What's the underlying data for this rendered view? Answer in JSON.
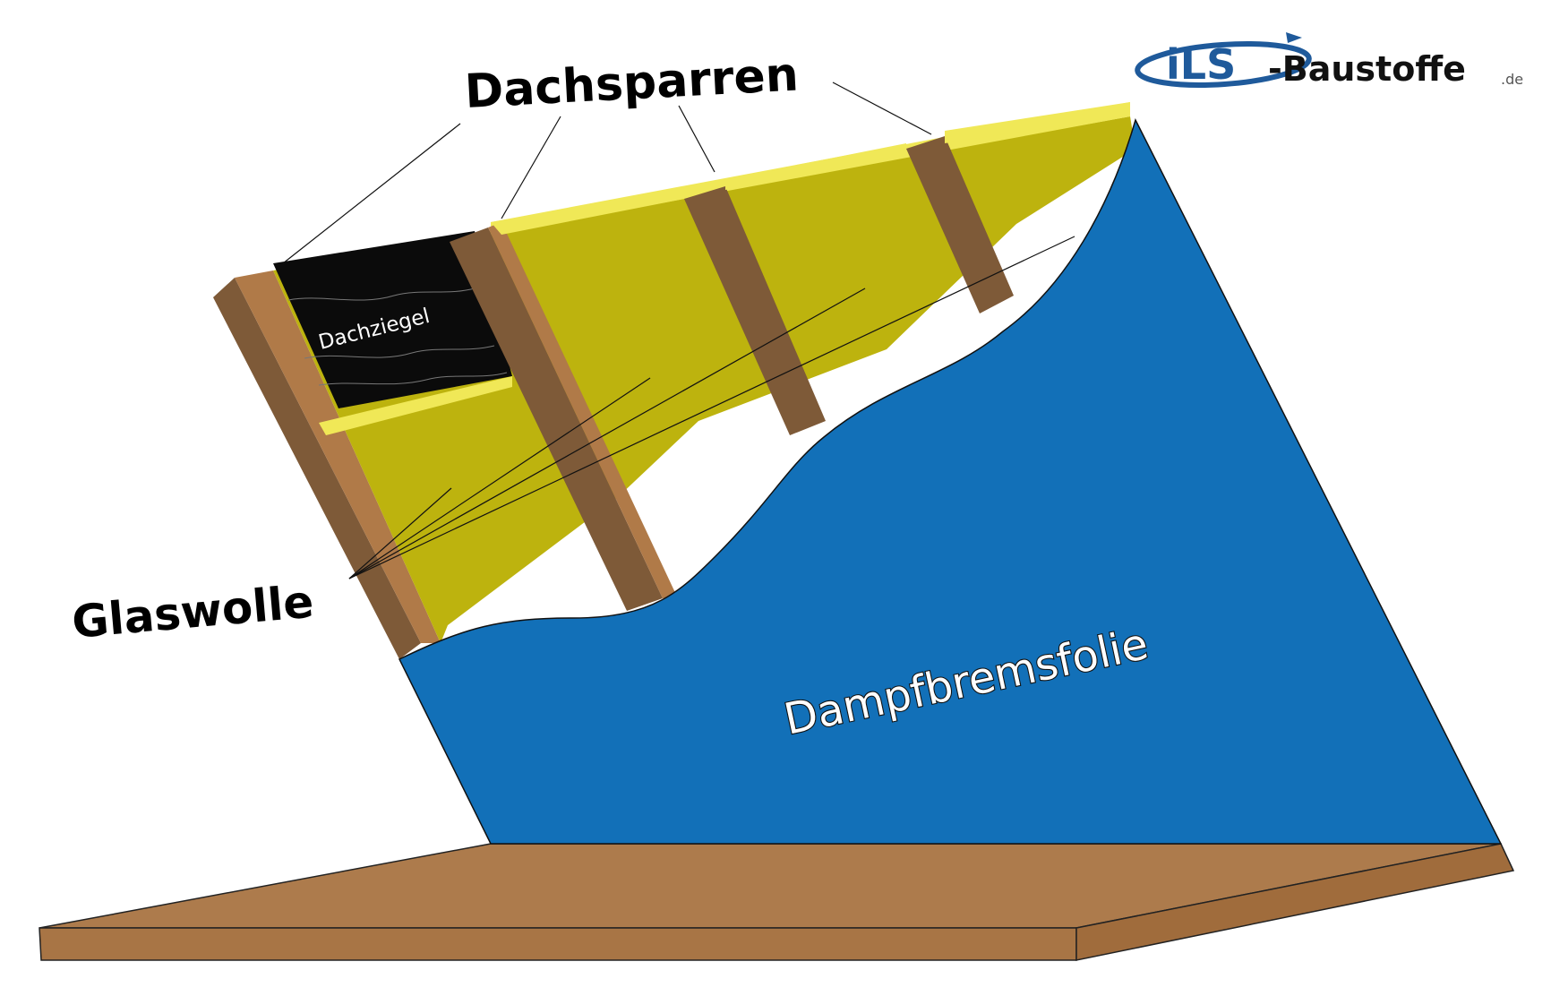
{
  "labels": {
    "rafters": "Dachsparren",
    "tiles": "Dachziegel",
    "glasswool": "Glaswolle",
    "membrane": "Dampfbremsfolie"
  },
  "logo": {
    "mark": "iLS",
    "name": "-Baustoffe",
    "tld": ".de"
  },
  "colors": {
    "wood_dark": "#7e5a38",
    "wood_light": "#b07a48",
    "insulation": "#bdb30e",
    "insulation_top": "#f0e857",
    "tiles": "#0b0b0b",
    "membrane": "#1270b8",
    "board": "#ad7b4c",
    "logo_blue": "#1f5a9b"
  }
}
